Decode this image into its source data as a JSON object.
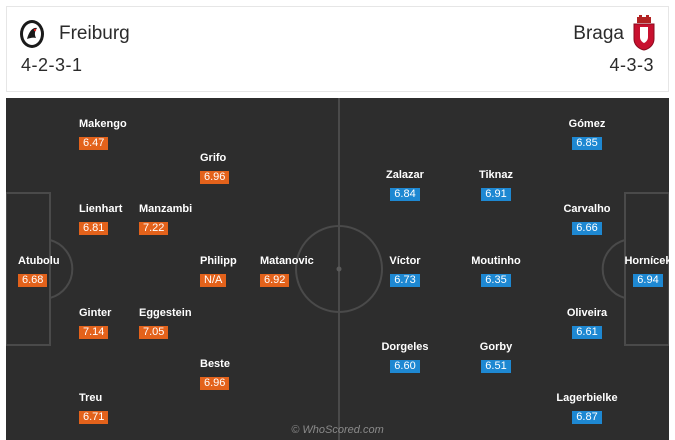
{
  "home": {
    "name": "Freiburg",
    "formation": "4-2-3-1",
    "crest": "freiburg-crest-icon",
    "rating_color": "#e3621b",
    "players": [
      {
        "name": "Makengo",
        "rating": "6.47"
      },
      {
        "name": "Grifo",
        "rating": "6.96"
      },
      {
        "name": "Lienhart",
        "rating": "6.81"
      },
      {
        "name": "Manzambi",
        "rating": "7.22"
      },
      {
        "name": "Atubolu",
        "rating": "6.68"
      },
      {
        "name": "Philipp",
        "rating": "N/A"
      },
      {
        "name": "Matanovic",
        "rating": "6.92"
      },
      {
        "name": "Ginter",
        "rating": "7.14"
      },
      {
        "name": "Eggestein",
        "rating": "7.05"
      },
      {
        "name": "Beste",
        "rating": "6.96"
      },
      {
        "name": "Treu",
        "rating": "6.71"
      }
    ]
  },
  "away": {
    "name": "Braga",
    "formation": "4-3-3",
    "crest": "braga-crest-icon",
    "rating_color": "#1e88d2",
    "players": [
      {
        "name": "Gómez",
        "rating": "6.85"
      },
      {
        "name": "Zalazar",
        "rating": "6.84"
      },
      {
        "name": "Tiknaz",
        "rating": "6.91"
      },
      {
        "name": "Carvalho",
        "rating": "6.66"
      },
      {
        "name": "Víctor",
        "rating": "6.73"
      },
      {
        "name": "Moutinho",
        "rating": "6.35"
      },
      {
        "name": "Hornícek",
        "rating": "6.94"
      },
      {
        "name": "Oliveira",
        "rating": "6.61"
      },
      {
        "name": "Dorgeles",
        "rating": "6.60"
      },
      {
        "name": "Gorby",
        "rating": "6.51"
      },
      {
        "name": "Lagerbielke",
        "rating": "6.87"
      }
    ]
  },
  "pitch": {
    "background": "#2d2d2d",
    "line_color": "#4a4a4a"
  },
  "watermark": "© WhoScored.com"
}
